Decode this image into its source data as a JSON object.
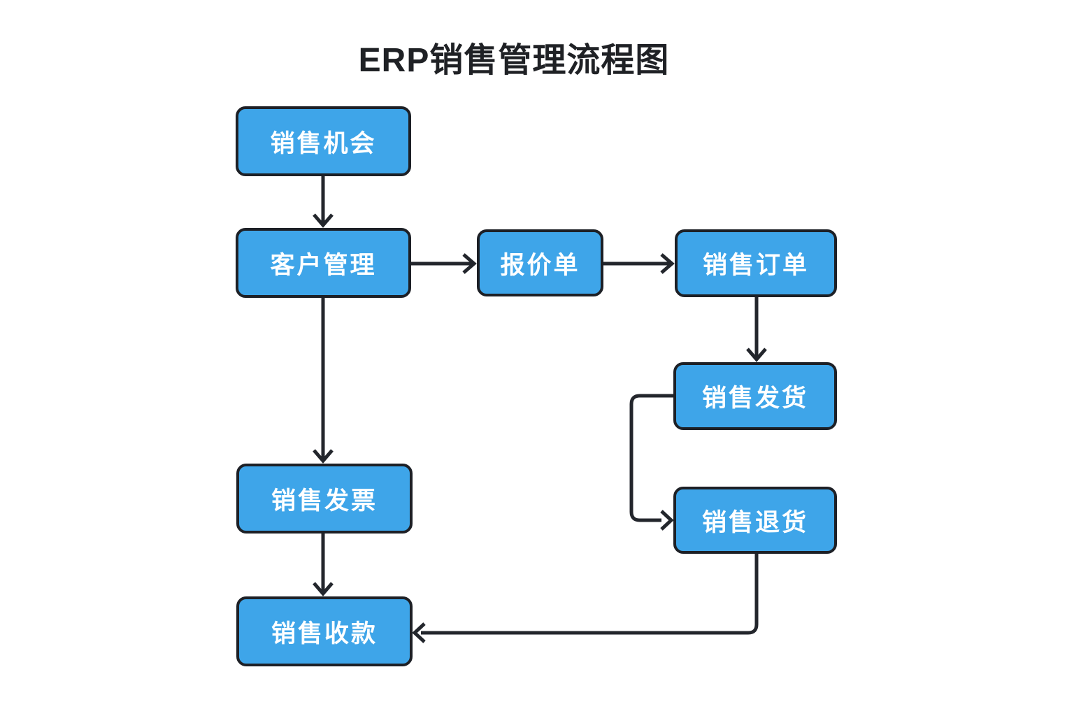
{
  "title": "ERP销售管理流程图",
  "colors": {
    "node_fill": "#3ea5e9",
    "node_border": "#1d2026",
    "node_text": "#ffffff",
    "connector": "#23262c",
    "background": "#ffffff",
    "title": "#1f2125"
  },
  "flowchart": {
    "type": "flowchart",
    "nodes": [
      {
        "id": "sales-opportunity",
        "label": "销售机会"
      },
      {
        "id": "customer-management",
        "label": "客户管理"
      },
      {
        "id": "quotation",
        "label": "报价单"
      },
      {
        "id": "sales-order",
        "label": "销售订单"
      },
      {
        "id": "sales-delivery",
        "label": "销售发货"
      },
      {
        "id": "sales-return",
        "label": "销售退货"
      },
      {
        "id": "sales-invoice",
        "label": "销售发票"
      },
      {
        "id": "sales-payment",
        "label": "销售收款"
      }
    ],
    "edges": [
      {
        "from": "销售机会",
        "to": "客户管理",
        "direction": "down"
      },
      {
        "from": "客户管理",
        "to": "报价单",
        "direction": "right"
      },
      {
        "from": "报价单",
        "to": "销售订单",
        "direction": "right"
      },
      {
        "from": "销售订单",
        "to": "销售发货",
        "direction": "down"
      },
      {
        "from": "销售发货",
        "to": "销售退货",
        "direction": "left-down-right"
      },
      {
        "from": "客户管理",
        "to": "销售发票",
        "direction": "down"
      },
      {
        "from": "销售发票",
        "to": "销售收款",
        "direction": "down"
      },
      {
        "from": "销售退货",
        "to": "销售收款",
        "direction": "down-left"
      }
    ]
  }
}
